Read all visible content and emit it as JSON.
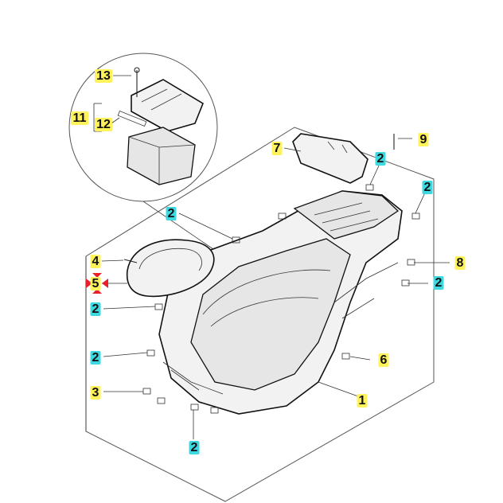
{
  "diagram": {
    "watermark": "",
    "callouts": [
      {
        "id": "c1",
        "text": "1",
        "highlight": "yellow"
      },
      {
        "id": "c2a",
        "text": "2",
        "highlight": "cyan"
      },
      {
        "id": "c2b",
        "text": "2",
        "highlight": "cyan"
      },
      {
        "id": "c2c",
        "text": "2",
        "highlight": "cyan"
      },
      {
        "id": "c2d",
        "text": "2",
        "highlight": "cyan"
      },
      {
        "id": "c2e",
        "text": "2",
        "highlight": "cyan"
      },
      {
        "id": "c2f",
        "text": "2",
        "highlight": "cyan"
      },
      {
        "id": "c2g",
        "text": "2",
        "highlight": "cyan"
      },
      {
        "id": "c3",
        "text": "3",
        "highlight": "yellow"
      },
      {
        "id": "c4",
        "text": "4",
        "highlight": "yellow"
      },
      {
        "id": "c5",
        "text": "5",
        "highlight": "yellow"
      },
      {
        "id": "c6",
        "text": "6",
        "highlight": "yellow"
      },
      {
        "id": "c7",
        "text": "7",
        "highlight": "yellow"
      },
      {
        "id": "c8",
        "text": "8",
        "highlight": "yellow"
      },
      {
        "id": "c9",
        "text": "9",
        "highlight": "yellow"
      },
      {
        "id": "c11",
        "text": "11",
        "highlight": "yellow"
      },
      {
        "id": "c12",
        "text": "12",
        "highlight": "yellow"
      },
      {
        "id": "c13",
        "text": "13",
        "highlight": "yellow"
      }
    ],
    "colors": {
      "yellow": "#fff35c",
      "cyan": "#3dd8e0",
      "red_marker": "#e8202a",
      "line": "#222222"
    }
  }
}
